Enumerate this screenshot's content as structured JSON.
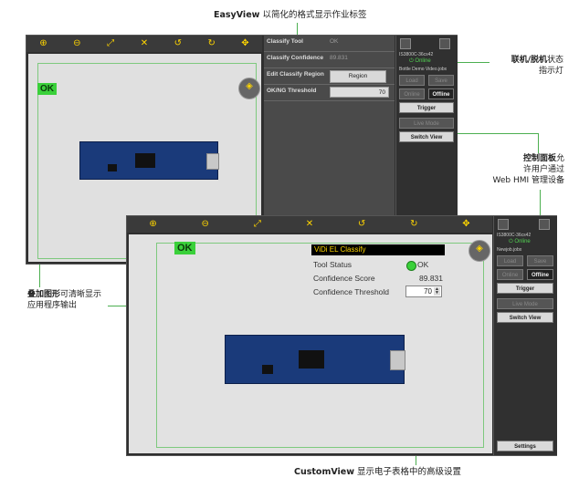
{
  "captions": {
    "top_bold": "EasyView",
    "top_rest": " 以简化的格式显示作业标签",
    "online_bold": "联机/脱机",
    "online_rest1": "状态",
    "online_rest2": "指示灯",
    "ctrl_bold": "控制面板",
    "ctrl_rest1": "允",
    "ctrl_rest2": "许用户通过",
    "ctrl_rest3": "Web HMI 管理设备",
    "overlay_bold": "叠加图形",
    "overlay_rest1": "可清晰显示",
    "overlay_rest2": "应用程序输出",
    "bottom_bold": "CustomView",
    "bottom_rest": " 显示电子表格中的高级设置"
  },
  "screen1": {
    "toolbar_icons": [
      "zoom-in",
      "zoom-out",
      "fit",
      "expand",
      "undo",
      "redo",
      "move"
    ],
    "ok_badge": "OK",
    "table": {
      "classify_tool_label": "Classify Tool",
      "classify_tool_value": "OK",
      "confidence_label": "Classify Confidence",
      "confidence_value": "89.831",
      "region_label": "Edit Classify Region",
      "region_button": "Region",
      "threshold_label": "OK/NG Threshold",
      "threshold_value": "70"
    },
    "panel": {
      "device": "IS3800C-36cs42",
      "status": "Online",
      "job": "Bottle Demo Video.jobx",
      "load": "Load",
      "save": "Save",
      "online_btn": "Online",
      "offline_btn": "Offline",
      "trigger": "Trigger",
      "live_mode": "Live Mode",
      "switch_view": "Switch View"
    }
  },
  "screen2": {
    "toolbar_icons": [
      "zoom-in",
      "zoom-out",
      "fit",
      "expand",
      "undo",
      "redo",
      "move"
    ],
    "ok_badge": "OK",
    "tool_header": "ViDi EL Classify",
    "tool_status_label": "Tool Status",
    "tool_status_value": "OK",
    "confidence_label": "Confidence Score",
    "confidence_value": "89.831",
    "threshold_label": "Confidence Threshold",
    "threshold_value": "70",
    "panel": {
      "device": "IS3800C-36cs42",
      "status": "Online",
      "job": "Newjob.jobx",
      "load": "Load",
      "save": "Save",
      "online_btn": "Online",
      "offline_btn": "Offline",
      "trigger": "Trigger",
      "live_mode": "Live Mode",
      "switch_view": "Switch View",
      "settings": "Settings"
    }
  },
  "colors": {
    "accent_green": "#4caf50",
    "ok_green": "#3ad03a",
    "icon_yellow": "#ffd500",
    "panel_dark": "#303030"
  }
}
